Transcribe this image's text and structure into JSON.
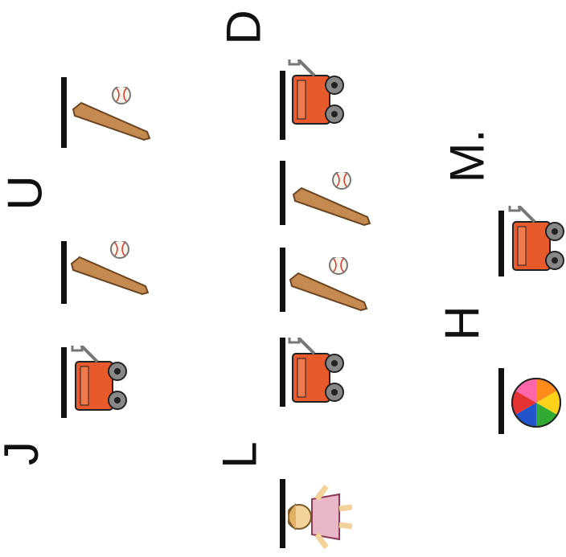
{
  "puzzle": {
    "row1": {
      "letter_1": "J",
      "letter_2": "U"
    },
    "row2": {
      "letter_1": "L",
      "letter_2": "D"
    },
    "row3": {
      "letter_1": "H",
      "letter_2": "M."
    }
  },
  "pictures": {
    "wagon": "wagon-icon",
    "bat_and_ball": "baseball-bat-icon",
    "doll": "doll-icon",
    "beach_ball": "beach-ball-icon"
  },
  "colors": {
    "ink": "#111111",
    "wagon": "#e85a2c",
    "bat": "#c48a4f"
  }
}
